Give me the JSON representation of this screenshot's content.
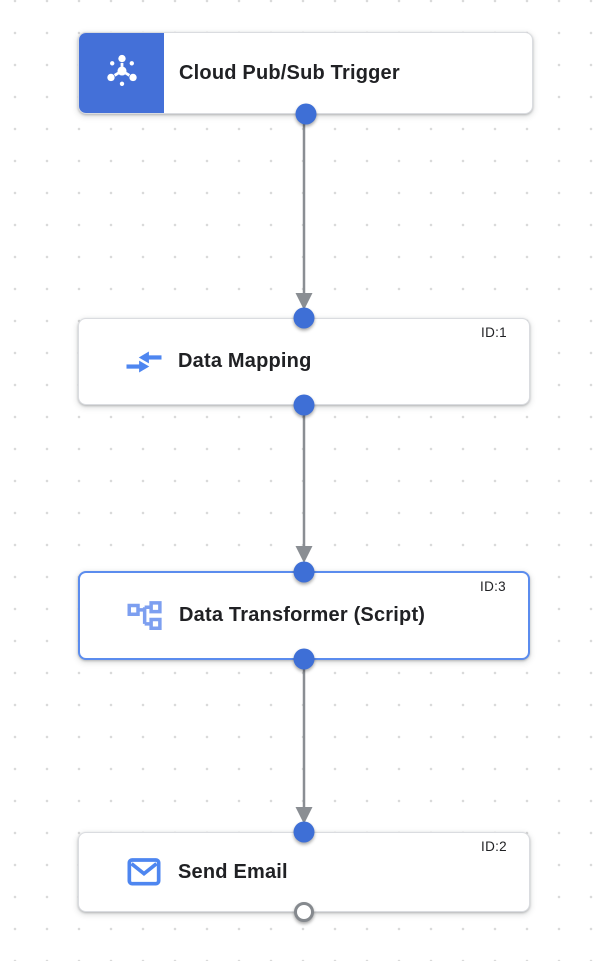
{
  "colors": {
    "trigger-blue": "#4470d8",
    "port-blue": "#3e6fd6",
    "selected-border": "#5b8cee",
    "node-border": "#dadce0",
    "icon-blue": "#4e86f0",
    "icon-blue-light": "#7d9ff0",
    "arrow-gray": "#8a8e93",
    "title-color": "#202124"
  },
  "nodes": [
    {
      "label": "Cloud Pub/Sub Trigger",
      "id_label": "",
      "icon": "pubsub-icon",
      "type": "trigger"
    },
    {
      "label": "Data Mapping",
      "id_label": "ID:1",
      "icon": "data-mapping-icon",
      "type": "task"
    },
    {
      "label": "Data Transformer (Script)",
      "id_label": "ID:3",
      "icon": "data-transformer-icon",
      "type": "task",
      "selected": true
    },
    {
      "label": "Send Email",
      "id_label": "ID:2",
      "icon": "send-email-icon",
      "type": "task"
    }
  ]
}
